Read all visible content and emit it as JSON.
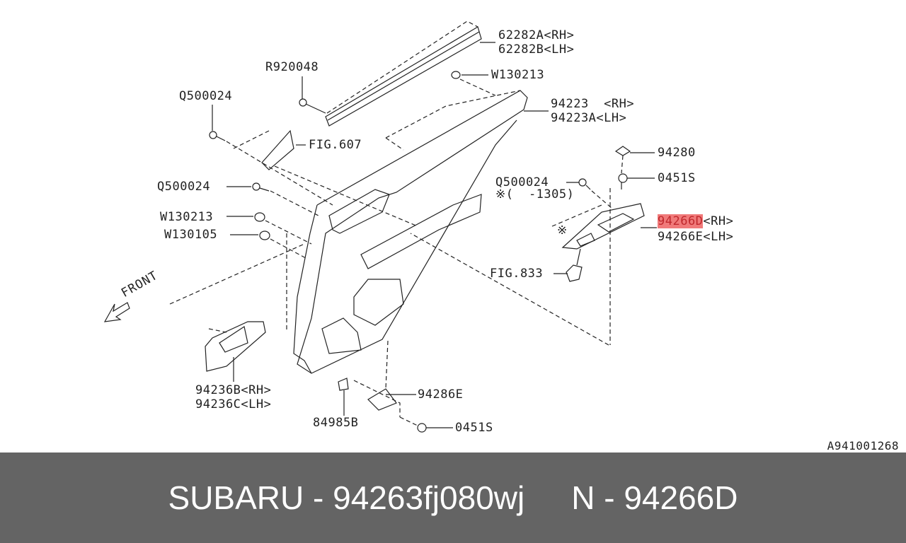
{
  "diagram": {
    "labels": {
      "p62282": [
        "62282A<RH>",
        "62282B<LH>"
      ],
      "r920048": "R920048",
      "w130213_top": "W130213",
      "p94223": [
        "94223  <RH>",
        "94223A<LH>"
      ],
      "q500024_a": "Q500024",
      "fig607": "FIG.607",
      "p94280": "94280",
      "q500024_b": "Q500024",
      "q500024_c": "Q500024",
      "q500024_c_note": "※(  -1305)",
      "p0451s_top": "0451S",
      "p94266_rh_part": "94266D",
      "p94266_rh_suffix": "<RH>",
      "p94266_lh": "94266E<LH>",
      "w130213_left": "W130213",
      "w130105": "W130105",
      "note_mark": "※",
      "fig833": "FIG.833",
      "front": "FRONT",
      "p94236": [
        "94236B<RH>",
        "94236C<LH>"
      ],
      "p94286e": "94286E",
      "p84985b": "84985B",
      "p0451s_bottom": "0451S"
    },
    "highlight_color": "#f07a7a",
    "reference_code": "A941001268"
  },
  "banner": {
    "brand_part": "SUBARU - 94263fj080wj",
    "number": "N - 94266D",
    "background": "#646464"
  }
}
